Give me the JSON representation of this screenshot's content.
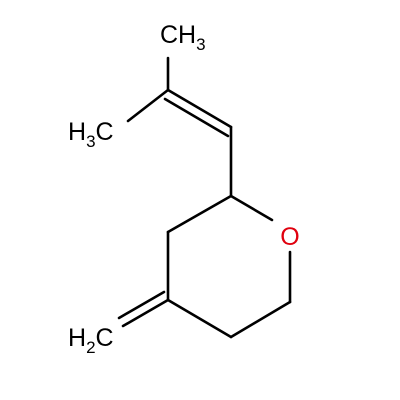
{
  "labels": {
    "methyl_top": {
      "main": "CH",
      "sub": "3"
    },
    "methyl_left": {
      "main": "H",
      "sub": "3",
      "tail": "C"
    },
    "methylene": {
      "main": "H",
      "sub": "2",
      "tail": "C"
    },
    "oxygen": "O"
  },
  "colors": {
    "bond": "#000000",
    "heteroatom": "#e0000e"
  }
}
